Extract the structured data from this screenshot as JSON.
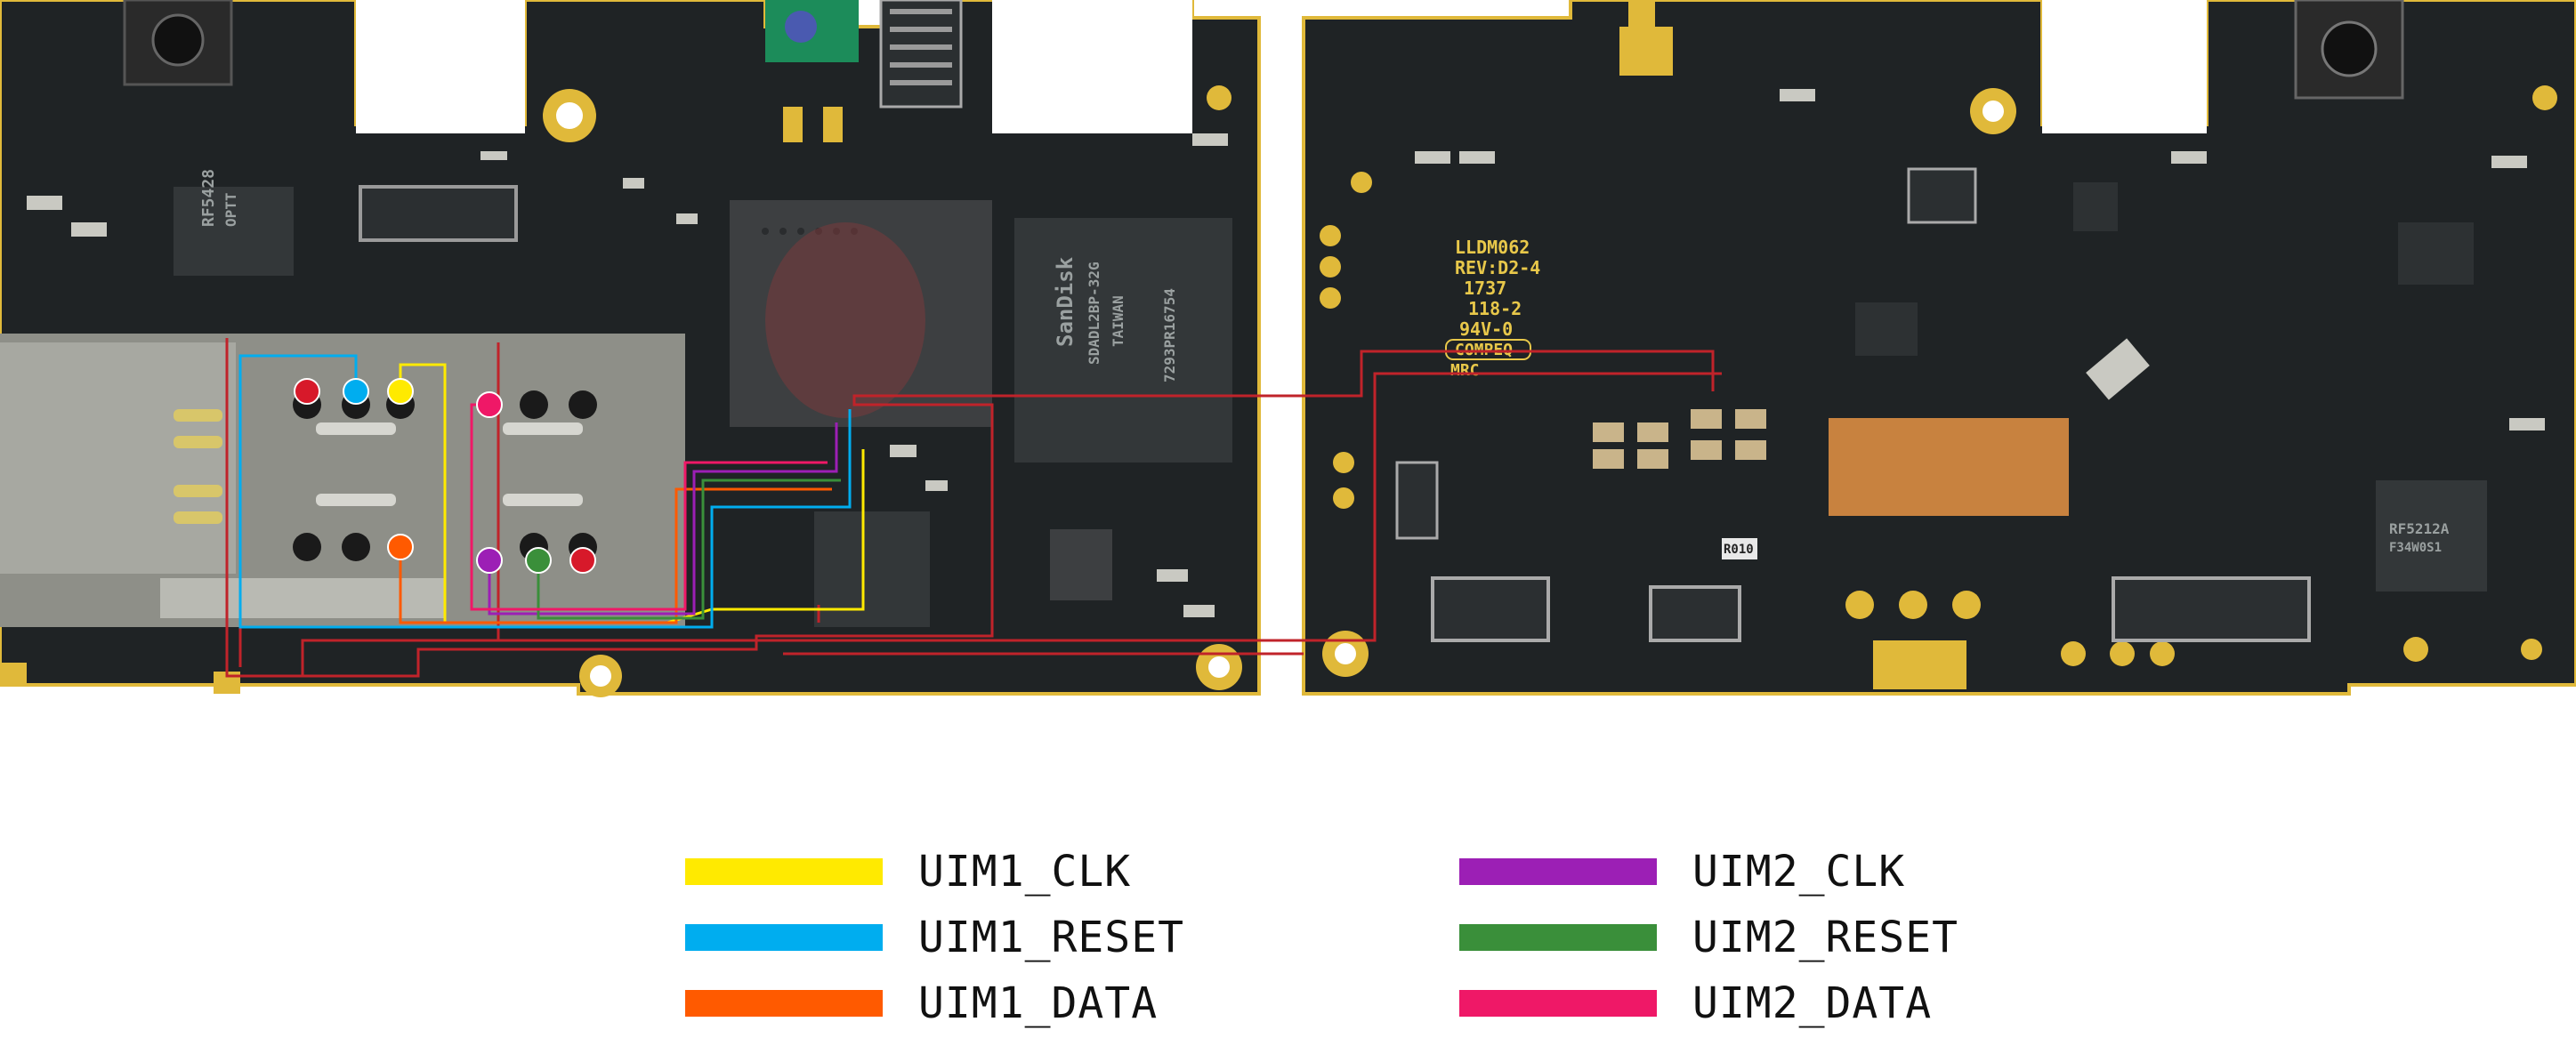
{
  "board": {
    "silkscreen": {
      "left_ics": [
        {
          "name": "rf-ic-label",
          "text": "RF5428"
        },
        {
          "name": "rf-ic-sublabel",
          "text": "OPTT"
        },
        {
          "name": "flash-brand",
          "text": "SanDisk"
        },
        {
          "name": "flash-part",
          "text": "SDADL2BP-32G"
        },
        {
          "name": "flash-origin",
          "text": "TAIWAN"
        },
        {
          "name": "flash-code",
          "text": "7293PR16754"
        }
      ],
      "right_block": [
        "LLDM062",
        "REV:D2-4",
        "1737",
        "118-2",
        "94V-0",
        "COMPEQ",
        "MRC"
      ],
      "right_ics": [
        {
          "name": "rf-ic-right-label",
          "text": "RF5212A"
        },
        {
          "name": "rf-ic-right-sublabel",
          "text": "F34W0S1"
        },
        {
          "name": "resistor-label",
          "text": "R010"
        }
      ]
    },
    "colors": {
      "pcb": "#1f2325",
      "pcb_dark": "#151819",
      "edge": "#e0b93a",
      "shield": "#8e8f88",
      "chip": "#333739",
      "trace_main": "#c0232a"
    }
  },
  "legend": [
    {
      "id": "uim1-clk",
      "label": "UIM1_CLK",
      "color": "#ffea00"
    },
    {
      "id": "uim1-reset",
      "label": "UIM1_RESET",
      "color": "#00adef"
    },
    {
      "id": "uim1-data",
      "label": "UIM1_DATA",
      "color": "#ff5a00"
    },
    {
      "id": "uim2-clk",
      "label": "UIM2_CLK",
      "color": "#9c1fb5"
    },
    {
      "id": "uim2-reset",
      "label": "UIM2_RESET",
      "color": "#3a8f3a"
    },
    {
      "id": "uim2-data",
      "label": "UIM2_DATA",
      "color": "#ef1867"
    }
  ]
}
